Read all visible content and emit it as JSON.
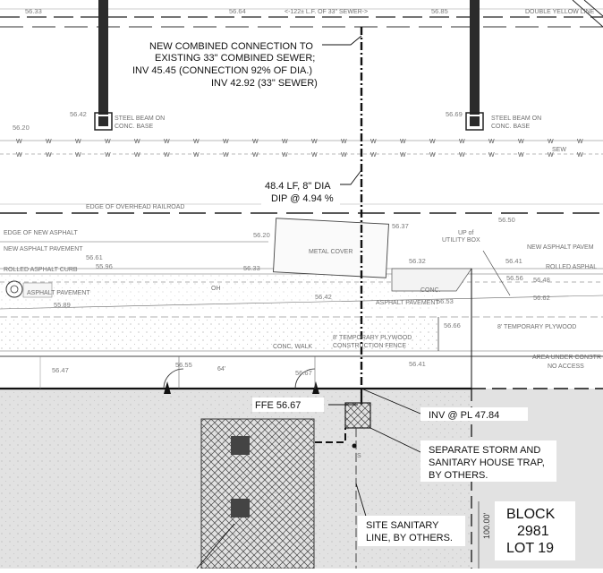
{
  "notes": {
    "sewer_top": "<-122± L.F. OF 33\" SEWER->",
    "double_yellow": "DOUBLE YELLOW LINE",
    "connection": [
      "NEW COMBINED CONNECTION TO",
      "EXISTING 33\" COMBINED SEWER;",
      "INV 45.45 (CONNECTION 92% OF DIA.)",
      "INV 42.92 (33\" SEWER)"
    ],
    "pipe": [
      "48.4 LF, 8\" DIA",
      "DIP @ 4.94 %"
    ],
    "steel_beam_left": [
      "STEEL BEAM ON",
      "CONC. BASE"
    ],
    "steel_beam_right": [
      "STEEL BEAM ON",
      "CONC. BASE"
    ],
    "railroad": "EDGE OF OVERHEAD RAILROAD",
    "asphalt_edge": "EDGE OF NEW ASPHALT",
    "new_asphalt": "NEW ASPHALT PAVEMENT",
    "new_asphalt_r": "NEW ASPHALT PAVEM",
    "rolled_asphalt": "ROLLED ASPHALT CURB",
    "rolled_asphalt_r": "ROLLED ASPHAL",
    "asphalt_pavement": "ASPHALT PAVEMENT",
    "asphalt_pav_mid": "ASPHALT PAVEMENT",
    "metal_cover": "METAL COVER",
    "utility_box": [
      "UP of",
      "UTILITY BOX"
    ],
    "conc": "CONC.",
    "conc_walk": "CONC. WALK",
    "fence_mid": [
      "8' TEMPORARY PLYWOOD",
      "CONSTRUCTION FENCE"
    ],
    "fence_right": "8' TEMPORARY PLYWOOD",
    "area_under": [
      "AREA UNDER CONSTR",
      "NO ACCESS"
    ],
    "ffe": "FFE 56.67",
    "inv_pl": "INV @ PL 47.84",
    "house_trap": [
      "SEPARATE STORM AND",
      "SANITARY HOUSE TRAP,",
      "BY OTHERS."
    ],
    "site_sanitary": [
      "SITE SANITARY",
      "LINE, BY OTHERS."
    ],
    "block": [
      "BLOCK",
      "2981",
      "LOT 19"
    ],
    "dim_100": "100.00'",
    "dim_64": "64'",
    "sew": "SEW",
    "oh": "OH",
    "s_mark": "S"
  },
  "elevations": [
    "56.33",
    "56.64",
    "56.85",
    "56.42",
    "56.20",
    "56.69",
    "56.50",
    "56.37",
    "56.20",
    "55.96",
    "56.33",
    "55.89",
    "56.32",
    "56.41",
    "56.48",
    "56.56",
    "56.42",
    "56.53",
    "56.62",
    "56.66",
    "56.47",
    "56.41",
    "56.55",
    "56.67",
    "56.61"
  ]
}
